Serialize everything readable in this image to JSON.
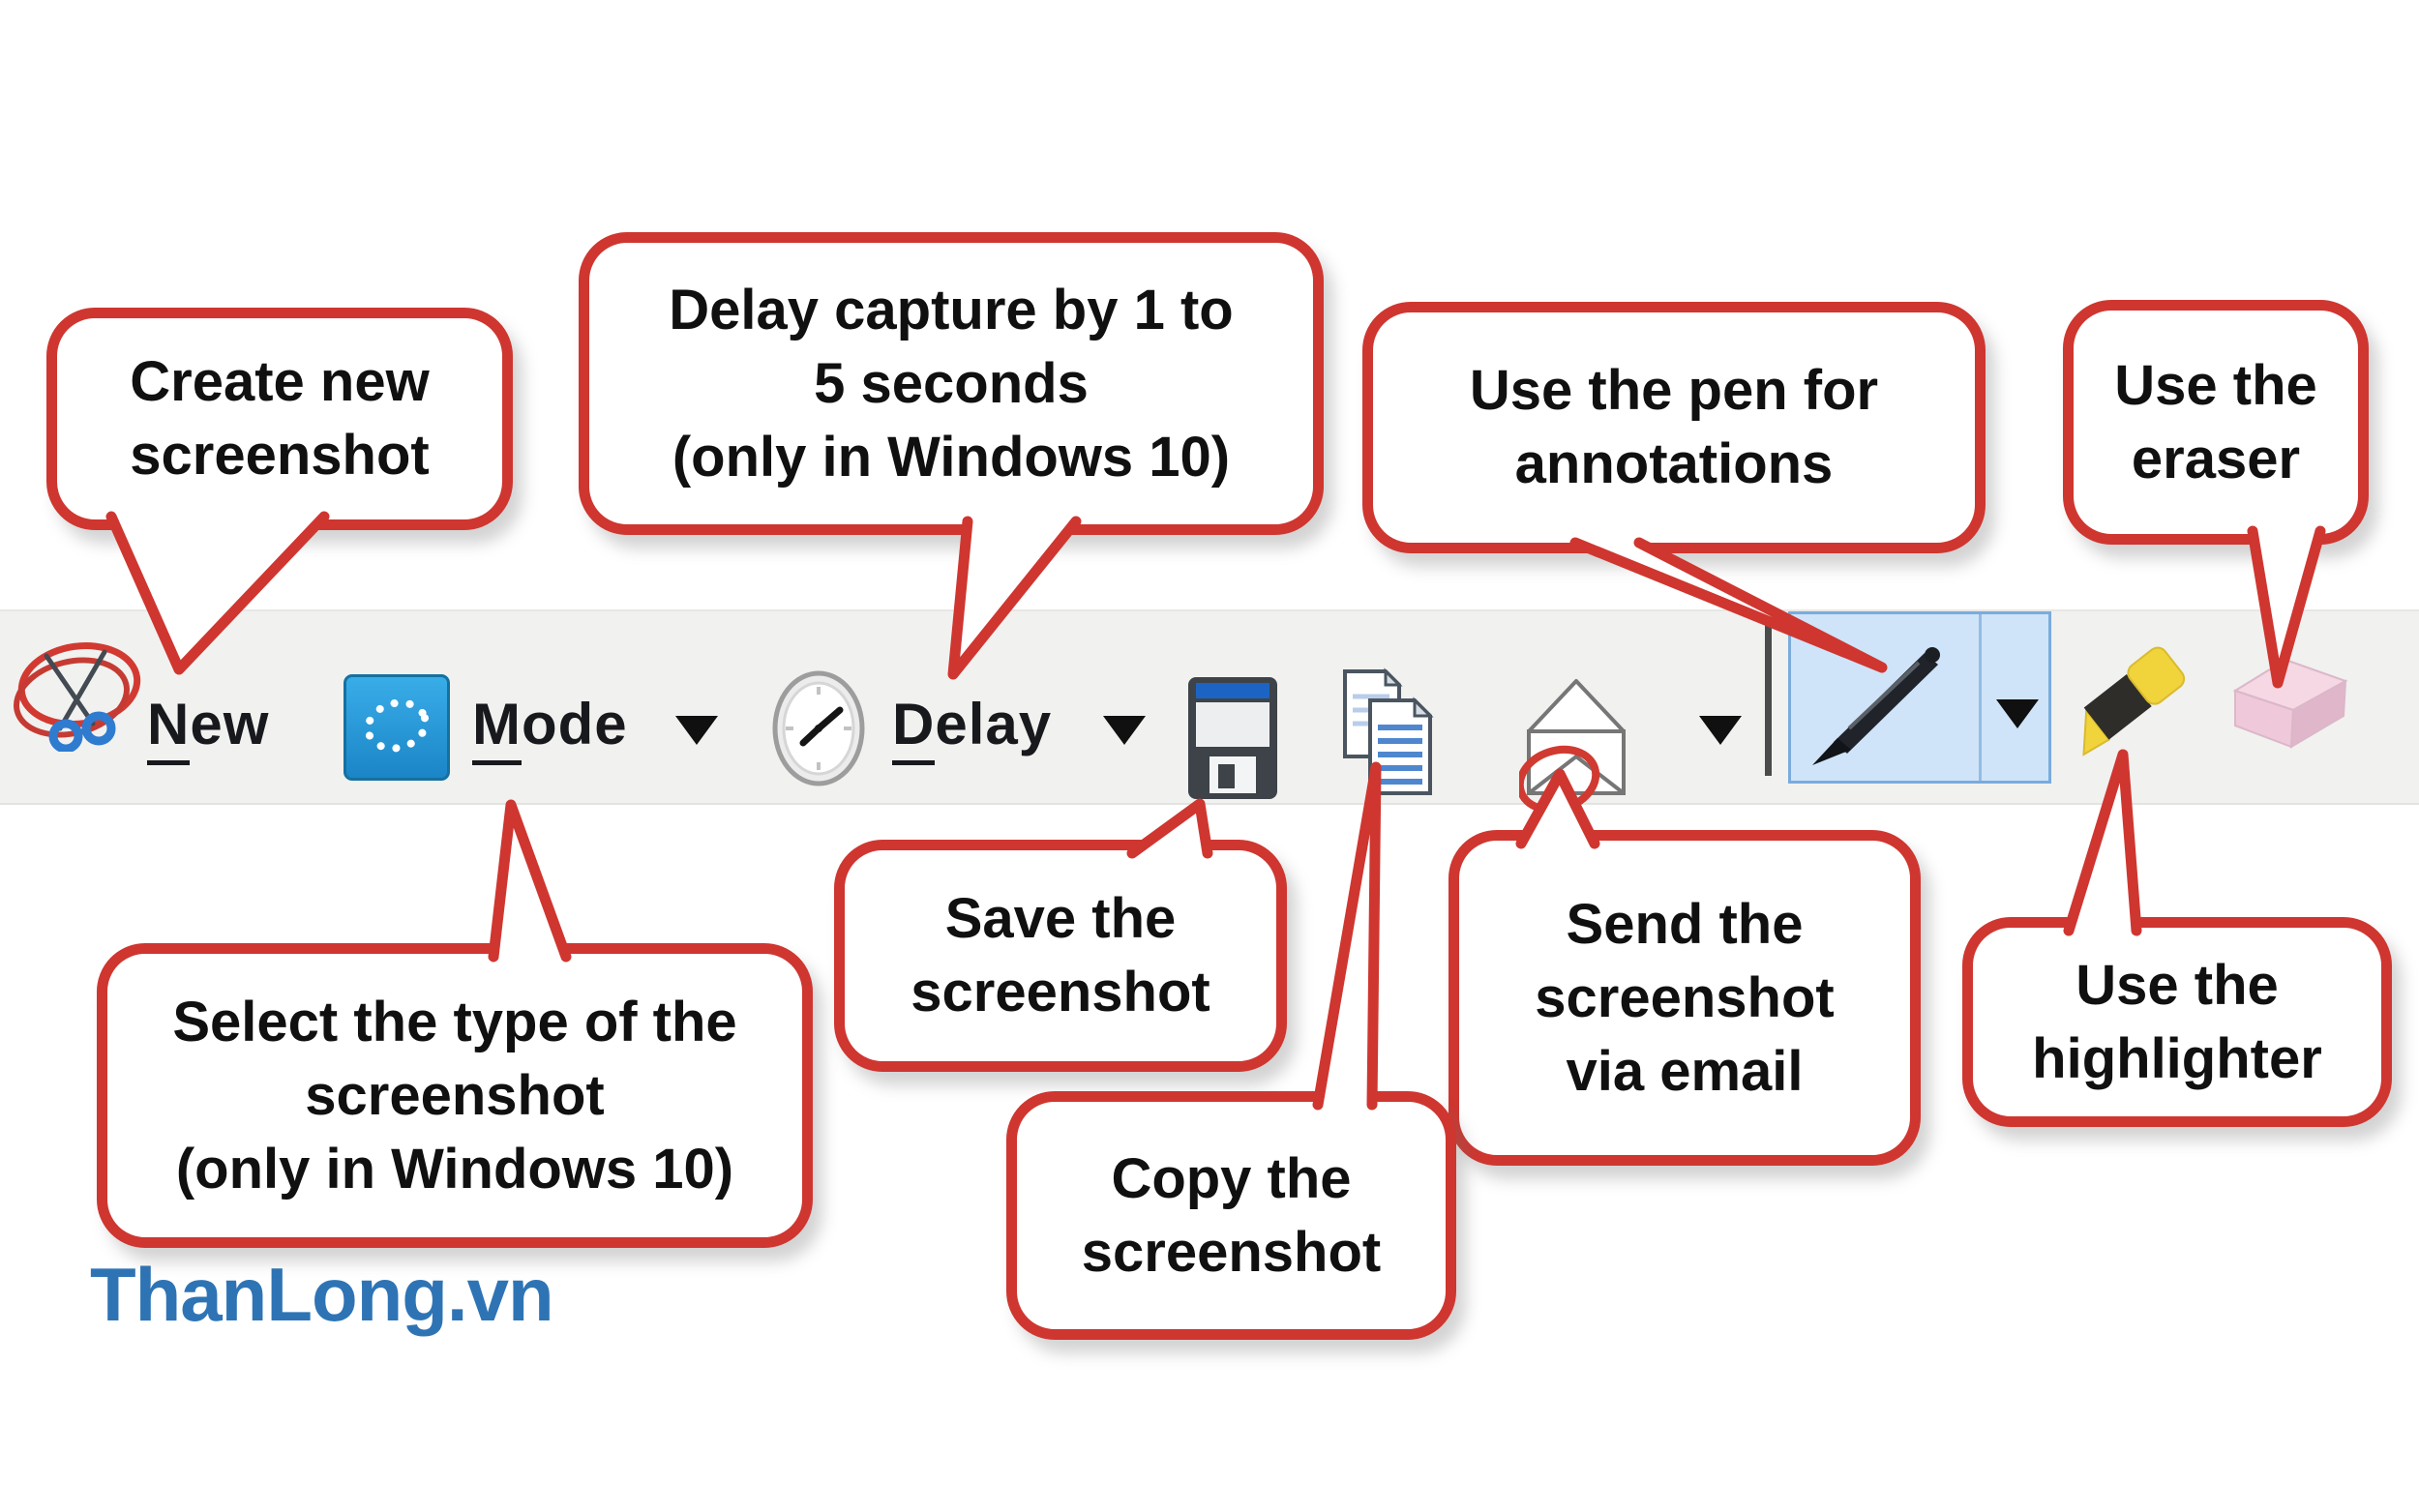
{
  "toolbar": {
    "buttons": {
      "new": {
        "label": "New",
        "underline": "N",
        "rest": "ew",
        "icon": "scissors-icon"
      },
      "mode": {
        "label": "Mode",
        "underline": "M",
        "rest": "ode",
        "icon": "freeform-selection-icon",
        "has_dropdown": true
      },
      "delay": {
        "label": "Delay",
        "underline": "D",
        "rest": "elay",
        "icon": "clock-icon",
        "has_dropdown": true
      },
      "save": {
        "icon": "floppy-disk-icon"
      },
      "copy": {
        "icon": "copy-pages-icon"
      },
      "email": {
        "icon": "envelope-icon",
        "has_dropdown": true
      },
      "pen": {
        "icon": "pen-icon",
        "has_dropdown": true,
        "active": true
      },
      "highlighter": {
        "icon": "highlighter-icon"
      },
      "eraser": {
        "icon": "eraser-icon"
      }
    }
  },
  "callouts": {
    "create_new": {
      "lines": [
        "Create new",
        "screenshot"
      ]
    },
    "delay": {
      "lines": [
        "Delay capture by 1 to",
        "5 seconds",
        "(only in Windows 10)"
      ]
    },
    "pen": {
      "lines": [
        "Use the pen for",
        "annotations"
      ]
    },
    "eraser": {
      "lines": [
        "Use the",
        "eraser"
      ]
    },
    "mode": {
      "lines": [
        "Select the type of the",
        "screenshot",
        "(only in Windows 10)"
      ]
    },
    "save": {
      "lines": [
        "Save the",
        "screenshot"
      ]
    },
    "copy": {
      "lines": [
        "Copy the",
        "screenshot"
      ]
    },
    "email": {
      "lines": [
        "Send the",
        "screenshot",
        "via email"
      ]
    },
    "highlighter": {
      "lines": [
        "Use the",
        "highlighter"
      ]
    }
  },
  "watermark": "ThanLong.vn",
  "colors": {
    "annotation_red": "#cf3630",
    "toolbar_bg": "#f1f1ef",
    "mode_icon_blue": "#1e9ce0",
    "pen_active_bg": "#cfe4f8",
    "pen_active_border": "#7aabdd",
    "watermark_blue": "#2e74b5"
  }
}
